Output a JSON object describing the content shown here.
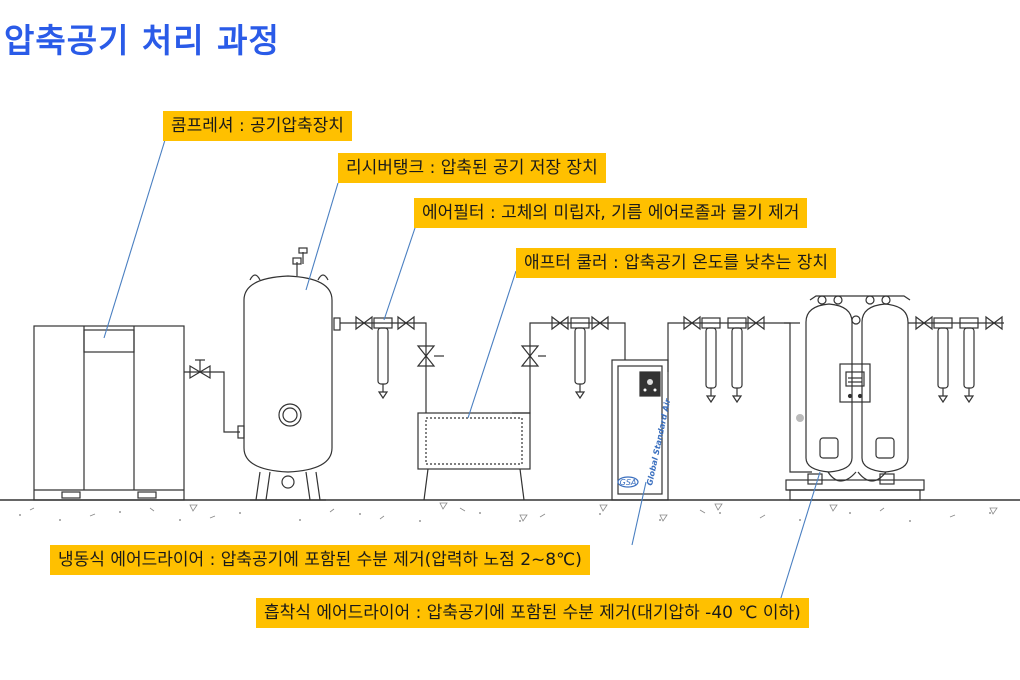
{
  "title": "압축공기 처리 과정",
  "labels": {
    "compressor": "콤프레셔 : 공기압축장치",
    "receiver_tank": "리시버탱크 : 압축된 공기 저장 장치",
    "air_filter": "에어필터 : 고체의 미립자, 기름 에어로졸과 물기 제거",
    "after_cooler": "애프터 쿨러 : 압축공기 온도를 낮추는 장치",
    "refrigerated_dryer": "냉동식 에어드라이어 : 압축공기에 포함된 수분 제거(압력하 노점 2~8℃)",
    "desiccant_dryer": "흡착식 에어드라이어 : 압축공기에 포함된 수분 제거(대기압하 -40 ℃ 이하)"
  },
  "dryer_brand": {
    "logo": "GSA",
    "vertical_text": "Global Standard Air"
  },
  "colors": {
    "title": "#2a5be8",
    "label_bg": "#ffc000",
    "leader_line": "#4a7fc1",
    "equipment_line": "#333333"
  }
}
